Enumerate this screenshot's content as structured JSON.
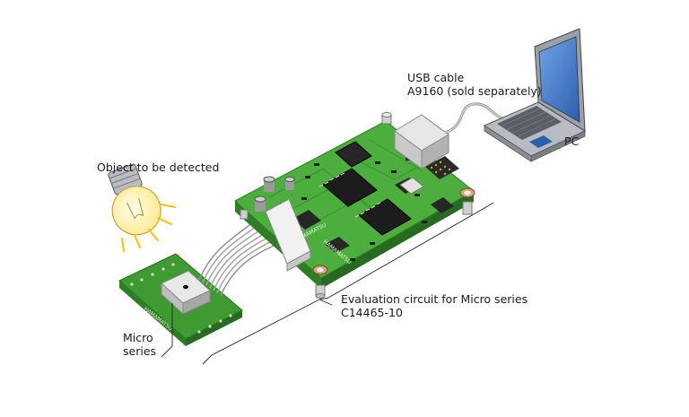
{
  "labels": {
    "object": "Object to be detected",
    "usb_line1": "USB cable",
    "usb_line2": "A9160 (sold separately)",
    "pc": "PC",
    "micro_line1": "Micro",
    "micro_line2": "series",
    "eval_line1": "Evaluation circuit for Micro series",
    "eval_line2": "C14465-10"
  },
  "colors": {
    "pcb": "#4cae3c",
    "pcb_dark": "#2f7d26",
    "chip": "#1c1c1c",
    "bulb": "#fff6b0",
    "ray": "#f2c200",
    "laptop": "#8a8f96",
    "screen": "#3f77c9"
  }
}
